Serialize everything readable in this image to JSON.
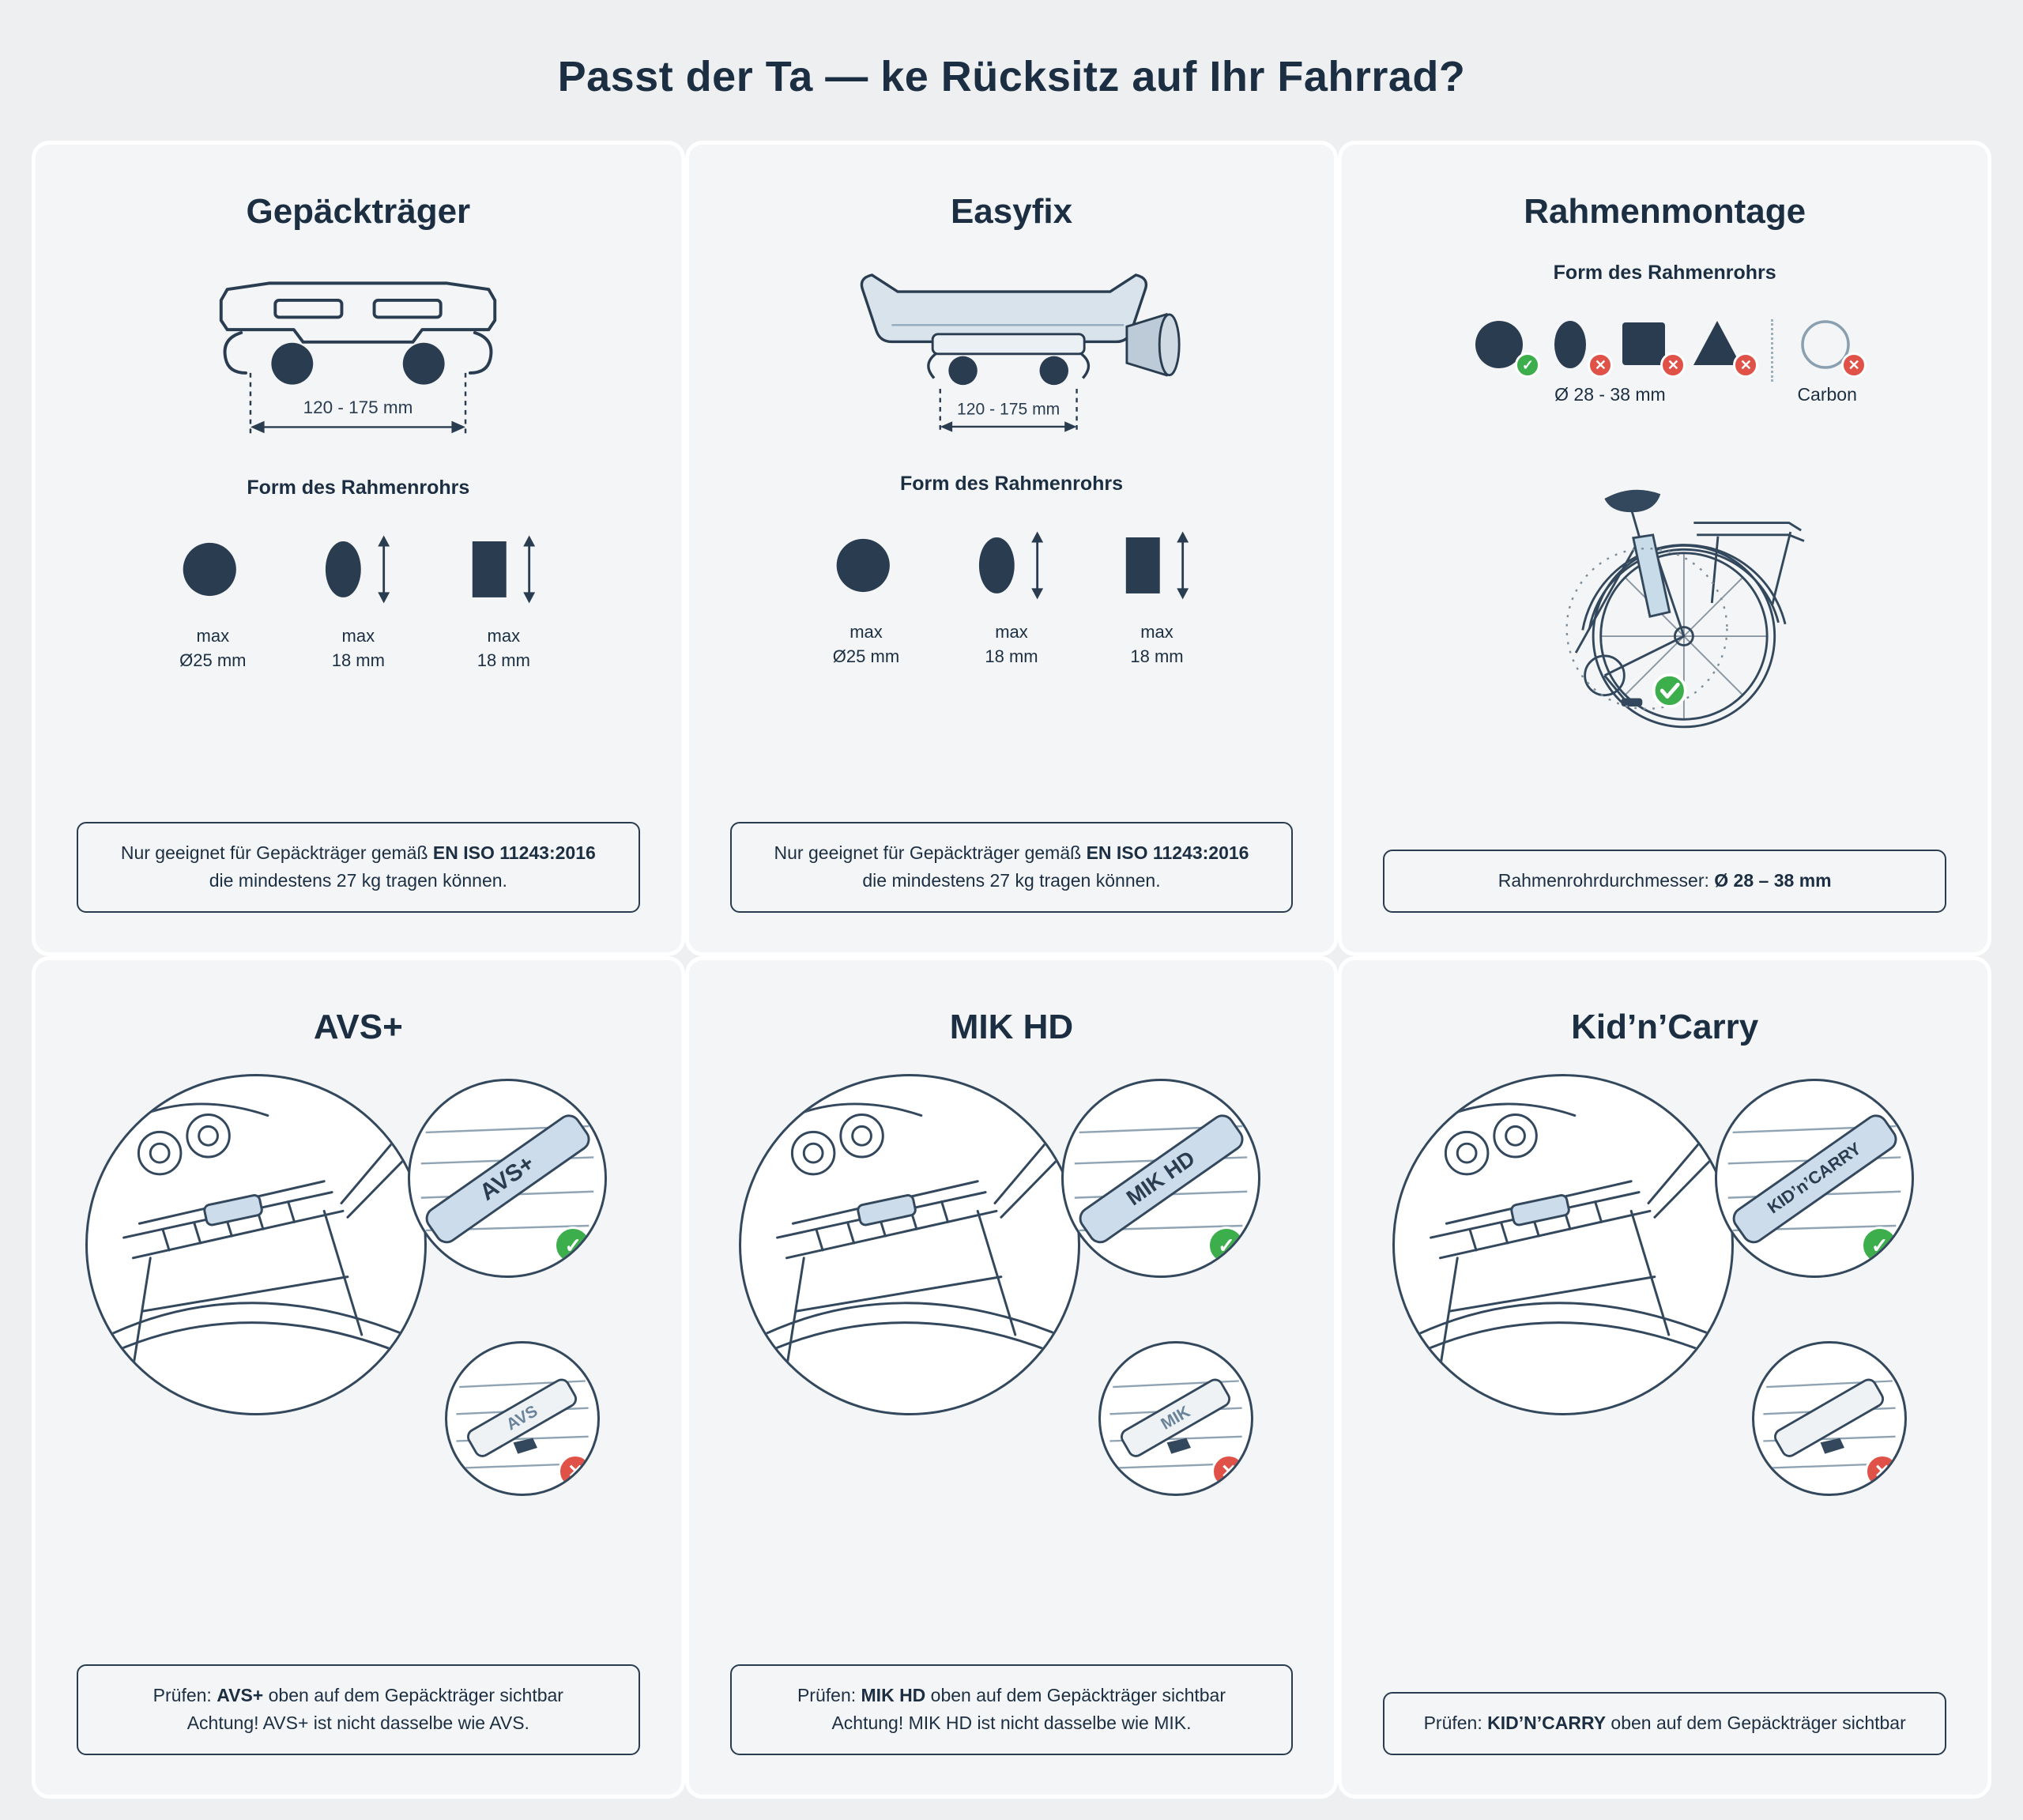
{
  "page": {
    "title": "Passt der Ta — ke Rücksitz auf Ihr Fahrrad?"
  },
  "glyphs": {
    "check": "✓",
    "cross": "✕"
  },
  "colors": {
    "background": "#edeff1",
    "card": "#f3f5f6",
    "text": "#1c2e42",
    "green": "#3cae4c",
    "red": "#e05247",
    "illustration_blue": "#cddcea"
  },
  "cards": {
    "gepaecktraeger": {
      "title": "Gepäckträger",
      "dimension": "120 - 175 mm",
      "tube_heading": "Form des Rahmenrohrs",
      "shapes": [
        {
          "label1": "max",
          "label2": "Ø25 mm"
        },
        {
          "label1": "max",
          "label2": "18 mm"
        },
        {
          "label1": "max",
          "label2": "18 mm"
        }
      ],
      "note": {
        "text1": "Nur geeignet für Gepäckträger gemäß ",
        "bold": "EN ISO 11243:2016",
        "text2": "die mindestens 27 kg tragen können."
      }
    },
    "easyfix": {
      "title": "Easyfix",
      "dimension": "120 - 175 mm",
      "tube_heading": "Form des Rahmenrohrs",
      "shapes": [
        {
          "label1": "max",
          "label2": "Ø25 mm"
        },
        {
          "label1": "max",
          "label2": "18 mm"
        },
        {
          "label1": "max",
          "label2": "18 mm"
        }
      ],
      "note": {
        "text1": "Nur geeignet für Gepäckträger gemäß ",
        "bold": "EN ISO 11243:2016",
        "text2": "die mindestens 27 kg tragen können."
      }
    },
    "rahmenmontage": {
      "title": "Rahmenmontage",
      "tube_heading": "Form des Rahmenrohrs",
      "diameter_label": "Ø 28 - 38 mm",
      "carbon_label": "Carbon",
      "note": {
        "text1": "Rahmenrohrdurchmesser: ",
        "bold": "Ø 28 – 38 mm"
      }
    },
    "avs": {
      "title": "AVS+",
      "detail_ok_label": "AVS+",
      "detail_bad_label": "AVS",
      "note": {
        "text1": "Prüfen: ",
        "bold": "AVS+",
        "text2": " oben auf dem Gepäckträger sichtbar",
        "line2": "Achtung! AVS+ ist nicht dasselbe wie AVS."
      }
    },
    "mik": {
      "title": "MIK HD",
      "detail_ok_label": "MIK HD",
      "detail_bad_label": "MIK",
      "note": {
        "text1": "Prüfen: ",
        "bold": "MIK HD",
        "text2": " oben auf dem Gepäckträger sichtbar",
        "line2": "Achtung! MIK HD ist nicht dasselbe wie MIK."
      }
    },
    "kidncarry": {
      "title": "Kid’n’Carry",
      "detail_ok_label": "KID’n’CARRY",
      "detail_bad_label": "",
      "note": {
        "text1": "Prüfen: ",
        "bold": "KID’N’CARRY",
        "text2": " oben auf dem Gepäckträger sichtbar"
      }
    }
  }
}
